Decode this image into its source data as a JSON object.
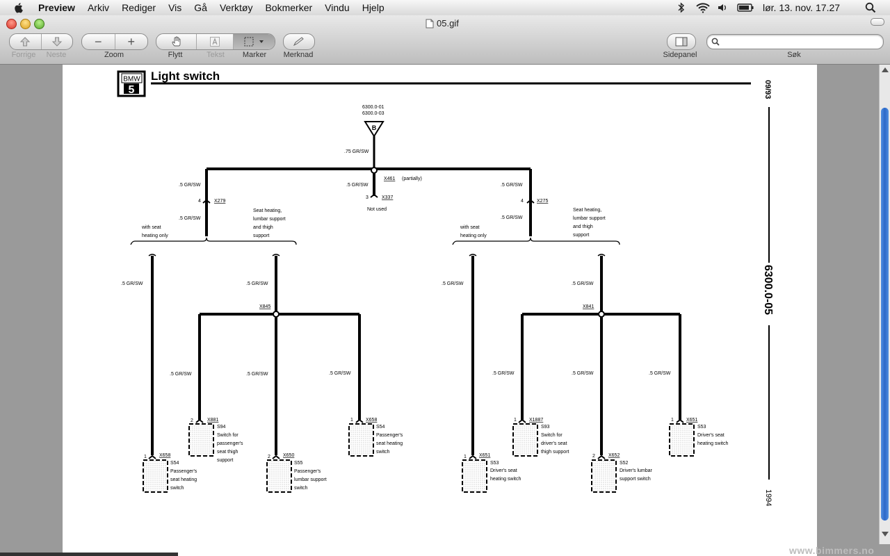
{
  "menubar": {
    "app_name": "Preview",
    "items": [
      "Arkiv",
      "Rediger",
      "Vis",
      "Gå",
      "Verktøy",
      "Bokmerker",
      "Vindu",
      "Hjelp"
    ],
    "clock": "lør. 13. nov.  17.27"
  },
  "window": {
    "title": "05.gif"
  },
  "toolbar": {
    "prev_label": "Forrige",
    "next_label": "Neste",
    "zoom_label": "Zoom",
    "move_label": "Flytt",
    "text_label": "Tekst",
    "select_label": "Marker",
    "annotate_label": "Merknad",
    "sidebar_label": "Sidepanel",
    "search_label": "Søk",
    "search_placeholder": ""
  },
  "diagram": {
    "logo_top": "BMW",
    "logo_num": "5",
    "title": "Light switch",
    "date": "09/93",
    "doc_code": "6300.0-05",
    "year": "1994",
    "ref1": "6300.0-01",
    "ref2": "6300.0-03",
    "source_letter": "B",
    "wire_075": ".75 GR/SW",
    "wire_05": ".5 GR/SW",
    "x461": "X461",
    "partially": "(partially)",
    "x337": "X337",
    "pin3": "3",
    "not_used": "Not used",
    "x279": "X279",
    "x275": "X275",
    "pin4": "4",
    "with_seat": "with seat",
    "heating_only": "heating only",
    "seat_heating": "Seat heating,",
    "lumbar_support": "lumbar support",
    "and_thigh": "and thigh",
    "support": "support",
    "x845": "X845",
    "x841": "X841",
    "x658": "X658",
    "x881": "X881",
    "x650": "X650",
    "x651": "X651",
    "x1887": "X1887",
    "x652": "X652",
    "pin1": "1",
    "pin2": "2",
    "s54": "S54",
    "s94": "S94",
    "s55": "S55",
    "s53": "S53",
    "s93": "S93",
    "s52": "S52",
    "pass_seat_heating": [
      "Passenger's",
      "seat heating",
      "switch"
    ],
    "pass_thigh": [
      "Switch for",
      "passenger's",
      "seat thigh",
      "support"
    ],
    "pass_lumbar": [
      "Passenger's",
      "lumbar support",
      "switch"
    ],
    "driver_seat_heating": [
      "Driver's seat",
      "heating switch"
    ],
    "driver_thigh": [
      "Switch for",
      "driver's seat",
      "thigh support"
    ],
    "driver_lumbar": [
      "Driver's lumbar",
      "support switch"
    ]
  },
  "watermark": "www.bimmers.no"
}
